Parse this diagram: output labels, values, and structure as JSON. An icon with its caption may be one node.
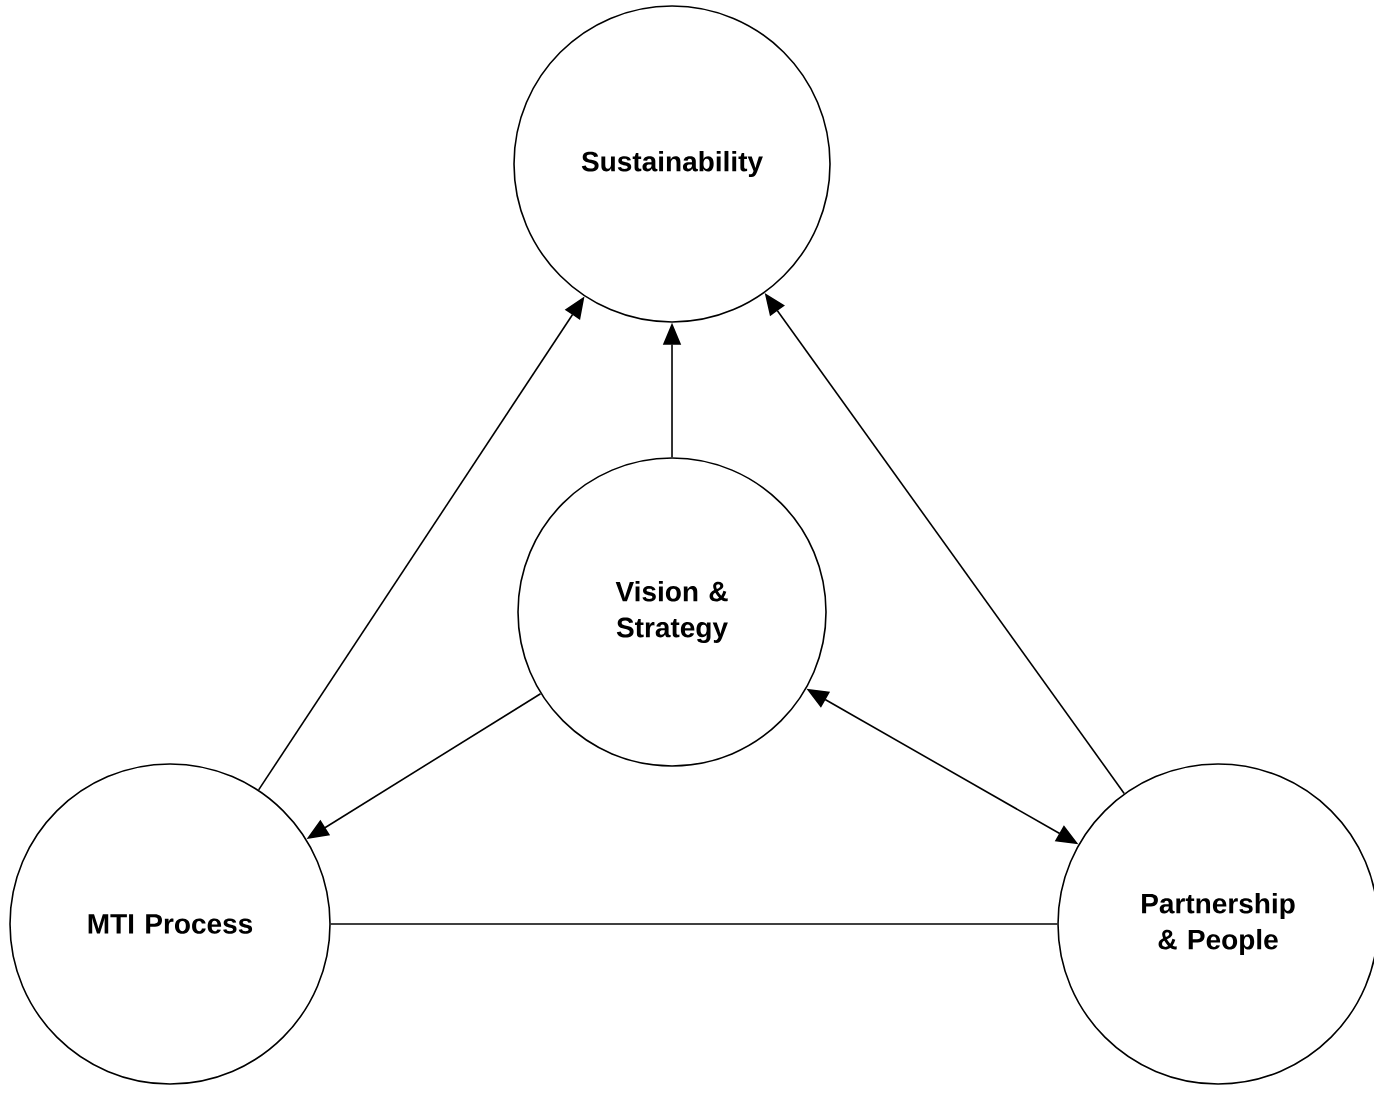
{
  "diagram": {
    "nodes": [
      {
        "text": [
          "Sustainability"
        ]
      },
      {
        "text": [
          "Vision & Strategy"
        ]
      },
      {
        "text": [
          "MTI Process"
        ]
      },
      {
        "text": [
          "Partnership & People"
        ]
      }
    ],
    "edges": [
      {
        "from": 2,
        "to": 0,
        "arrow": "to"
      },
      {
        "from": 1,
        "to": 0,
        "arrow": "to"
      },
      {
        "from": 3,
        "to": 0,
        "arrow": "to"
      },
      {
        "from": 1,
        "to": 2,
        "arrow": "to"
      },
      {
        "from": 1,
        "to": 3,
        "arrow": "both"
      },
      {
        "from": 2,
        "to": 3,
        "arrow": "none"
      }
    ]
  }
}
